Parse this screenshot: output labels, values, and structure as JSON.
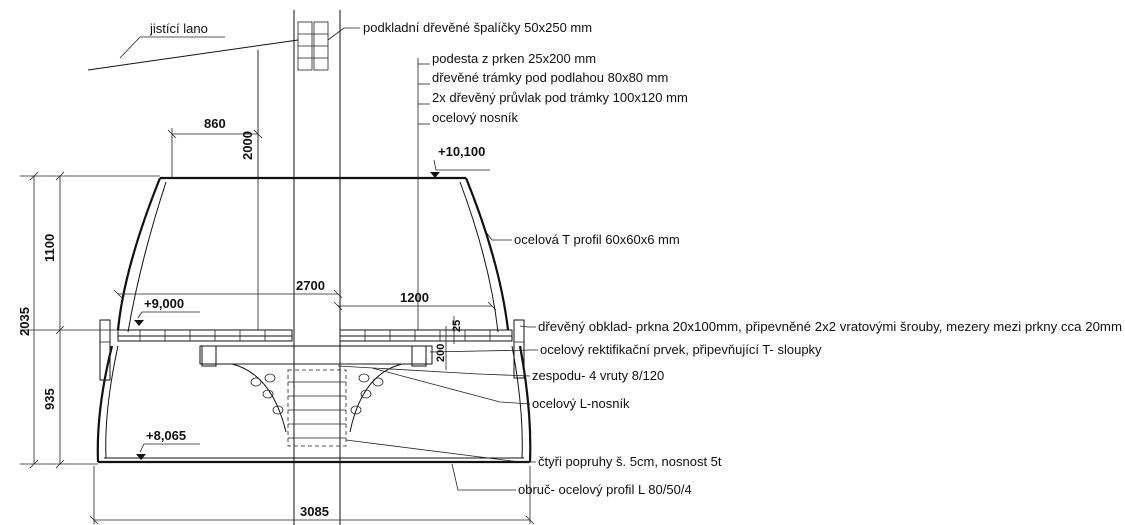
{
  "annotations": {
    "safety_rope": "jistící lano",
    "wood_blocks": "podkladní dřevěné špalíčky 50x250 mm",
    "platform_boards": "podesta z prken 25x200 mm",
    "joists": "dřevěné trámky pod podlahou 80x80 mm",
    "beams": "2x dřevěný průvlak pod trámky 100x120 mm",
    "steel_girder": "ocelový nosník",
    "t_profile": "ocelová T profil 60x60x6 mm",
    "cladding": "dřevěný  obklad- prkna 20x100mm, připevněné 2x2 vratovými šrouby, mezery mezi prkny cca 20mm",
    "rect_element": "ocelový rektifikační prvek, připevňující T- sloupky",
    "screws": "zespodu- 4 vruty 8/120",
    "l_beam": "ocelový L-nosník",
    "straps": "čtyři popruhy š. 5cm, nosnost 5t",
    "ring": "obruč- ocelový profil L 80/50/4"
  },
  "levels": {
    "top": "+10,100",
    "middle": "+9,000",
    "bottom": "+8,065"
  },
  "dimensions": {
    "d860": "860",
    "d2000": "2000",
    "d2700": "2700",
    "d1200": "1200",
    "d1100": "1100",
    "d2035": "2035",
    "d935": "935",
    "d3085": "3085",
    "d200": "200",
    "d25": "25"
  }
}
